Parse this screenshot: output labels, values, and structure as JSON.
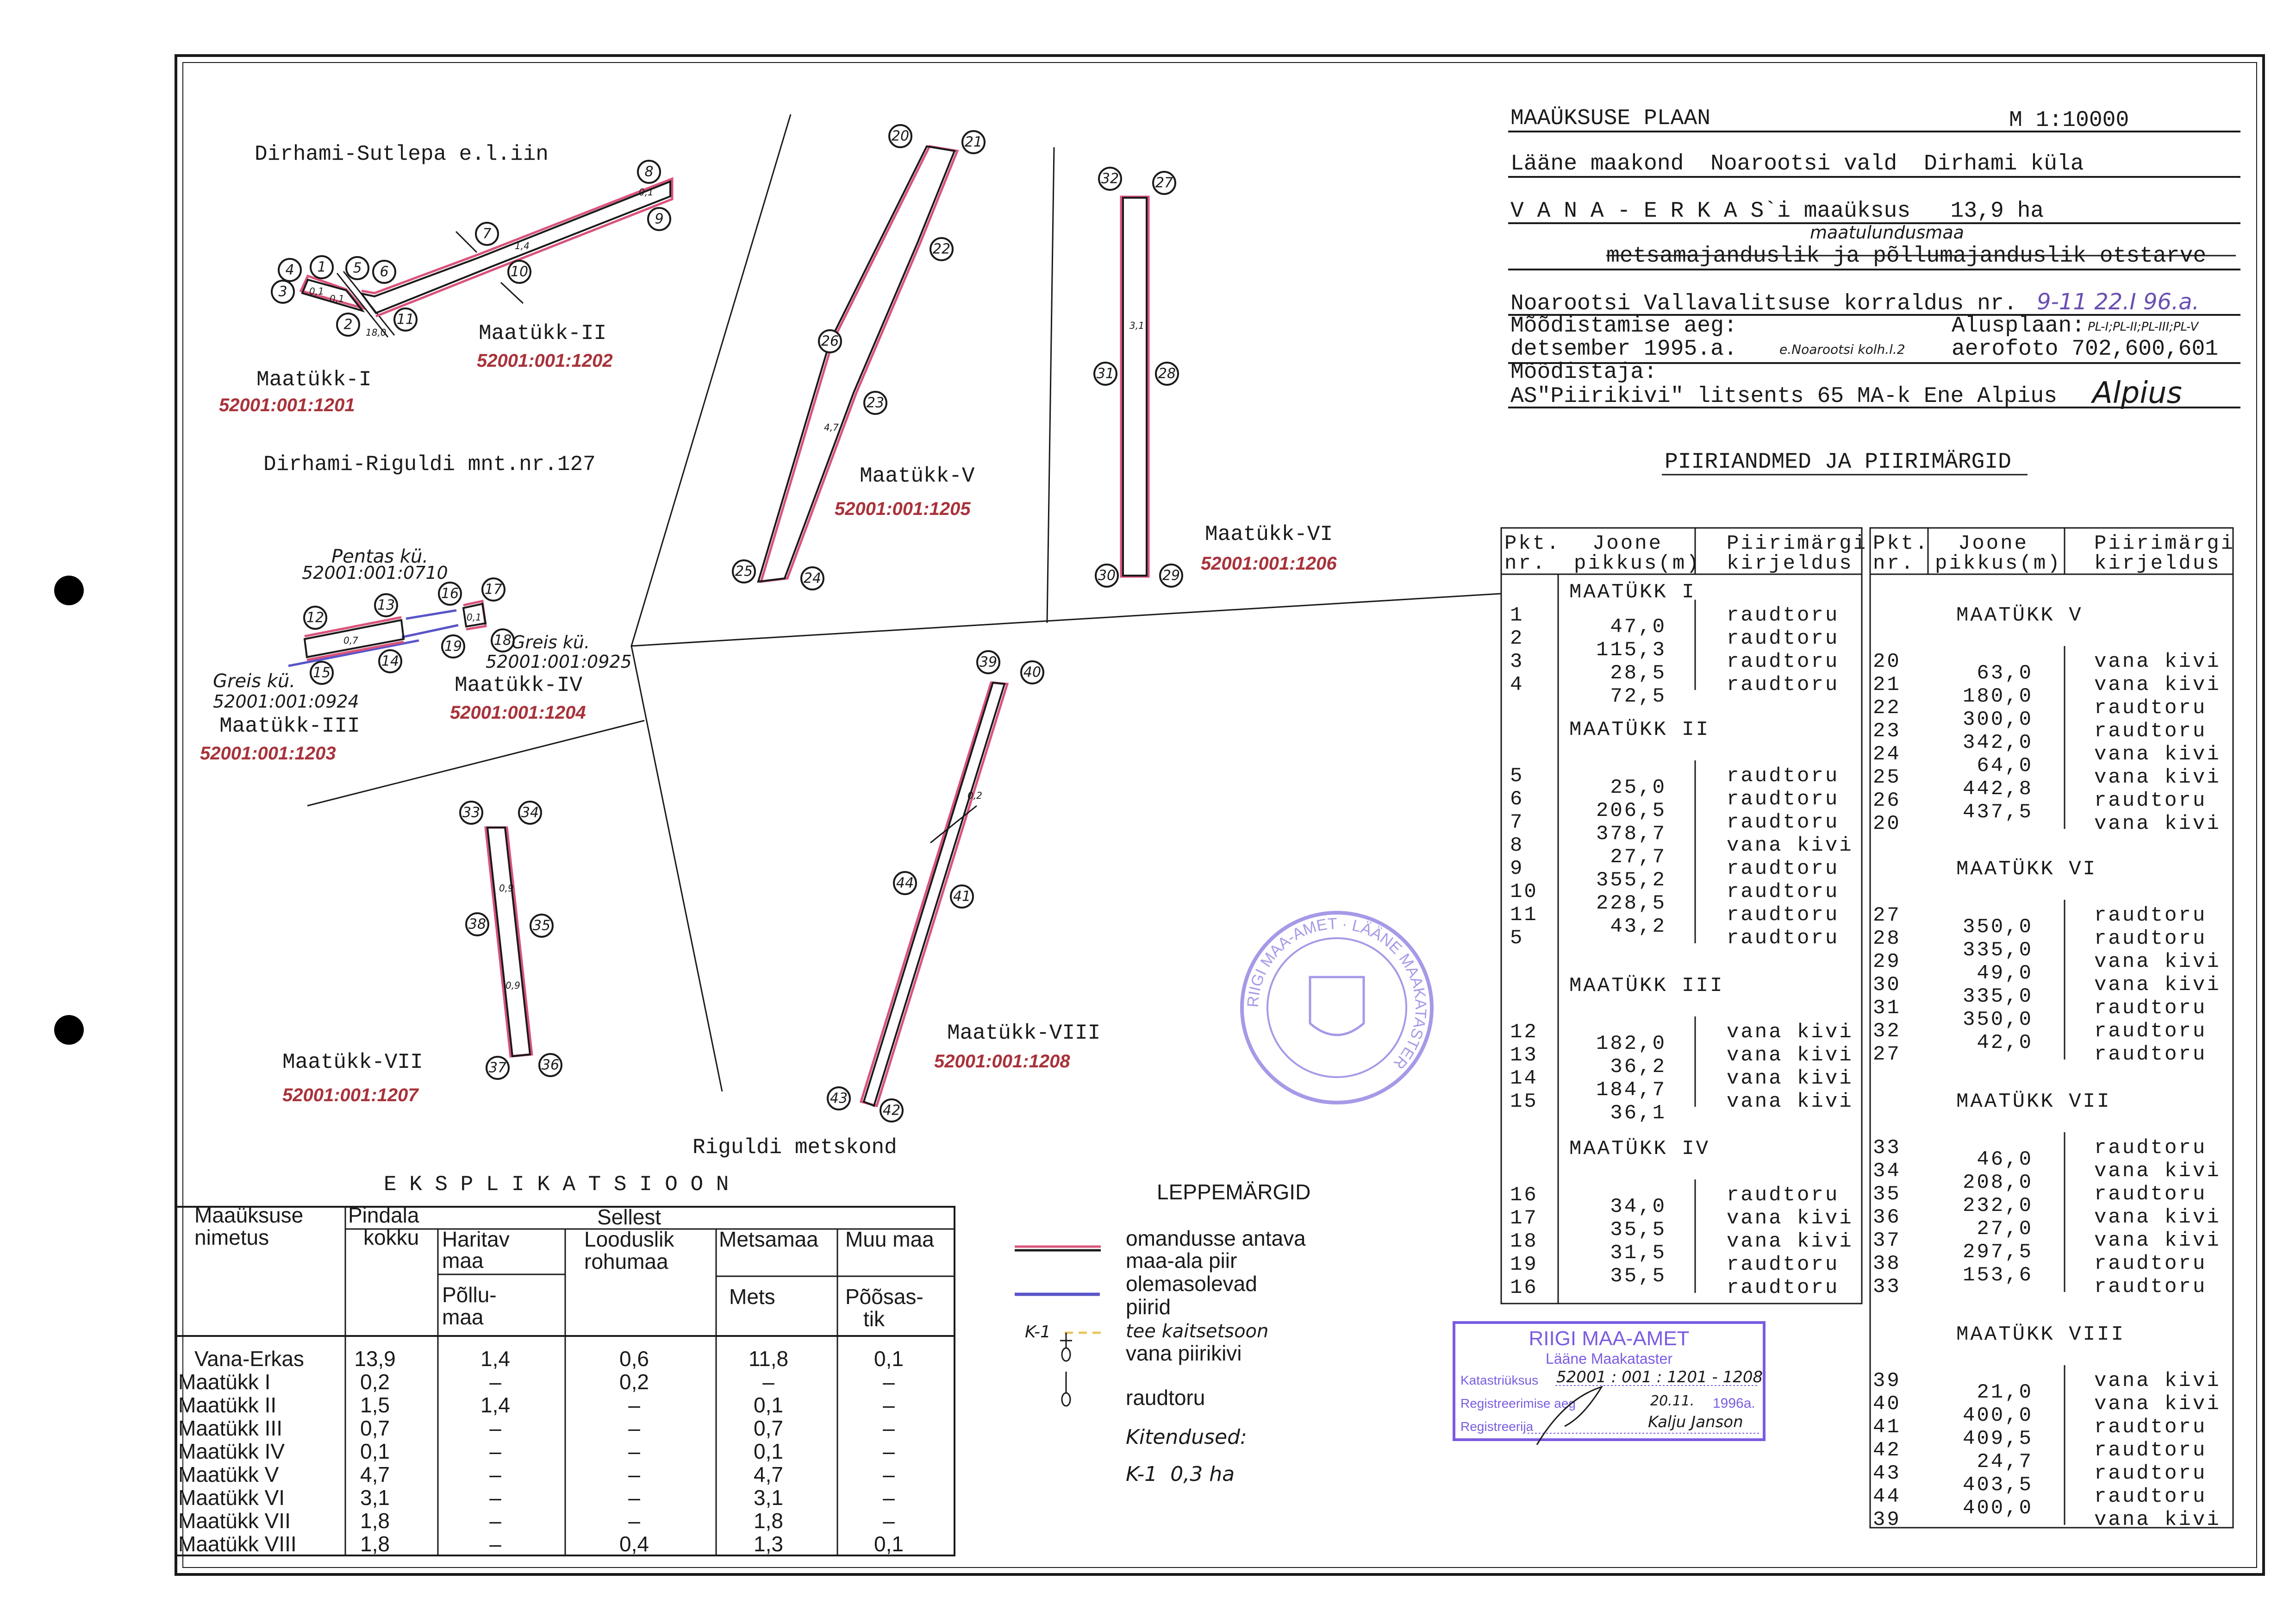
{
  "title_block": {
    "heading": "MAAÜKSUSE PLAAN",
    "scale": "M 1:10000",
    "location": "Lääne maakond  Noarootsi vald  Dirhami küla",
    "unit_name": "V A N A - E R K A S`i maaüksus   13,9 ha",
    "purpose_handwritten": "maatulundusmaa",
    "purpose_struck": "metsamajanduslik ja põllumajanduslik otstarve",
    "decree_label": "Noarootsi Vallavalitsuse korraldus nr.",
    "decree_value": "9-11 22.I 96.a.",
    "survey_time_label": "Mõõdistamise aeg:",
    "base_plan_label": "Alusplaan:",
    "base_plan_value": "PL-I;PL-II;PL-III;PL-V",
    "survey_time_value": "detsember 1995.a.",
    "base_plan_note": "e.Noarootsi kolh.l.2",
    "aerophoto": "aerofoto 702,600,601",
    "surveyor_label": "Mõõdistaja:",
    "surveyor_value": "AS\"Piirikivi\" litsents 65 MA-k Ene Alpius",
    "signature": "Alpius"
  },
  "boundary_section_title": "PIIRIANDMED JA PIIRIMÄRGID",
  "boundary_tables": {
    "headers": {
      "pkt1": "Pkt.",
      "pkt2": "nr.",
      "len1": "Joone",
      "len2": "pikkus(m)",
      "desc1": "Piirimärgi",
      "desc2": "kirjeldus"
    },
    "left": [
      {
        "label": "MAATÜKK I",
        "points": [
          "1",
          "2",
          "3",
          "4"
        ],
        "lengths": [
          "47,0",
          "115,3",
          "28,5",
          "72,5"
        ],
        "desc": [
          "raudtoru",
          "raudtoru",
          "raudtoru",
          "raudtoru"
        ]
      },
      {
        "label": "MAATÜKK II",
        "points": [
          "5",
          "6",
          "7",
          "8",
          "9",
          "10",
          "11",
          "5"
        ],
        "lengths": [
          "25,0",
          "206,5",
          "378,7",
          "27,7",
          "355,2",
          "228,5",
          "43,2"
        ],
        "desc": [
          "raudtoru",
          "raudtoru",
          "raudtoru",
          "vana kivi",
          "raudtoru",
          "raudtoru",
          "raudtoru",
          "raudtoru"
        ]
      },
      {
        "label": "MAATÜKK III",
        "points": [
          "12",
          "13",
          "14",
          "15"
        ],
        "lengths": [
          "182,0",
          "36,2",
          "184,7",
          "36,1"
        ],
        "desc": [
          "vana kivi",
          "vana kivi",
          "vana kivi",
          "vana kivi"
        ]
      },
      {
        "label": "MAATÜKK IV",
        "points": [
          "16",
          "17",
          "18",
          "19",
          "16"
        ],
        "lengths": [
          "34,0",
          "35,5",
          "31,5",
          "35,5"
        ],
        "desc": [
          "raudtoru",
          "vana kivi",
          "vana kivi",
          "raudtoru",
          "raudtoru"
        ]
      }
    ],
    "right": [
      {
        "label": "MAATÜKK V",
        "points": [
          "20",
          "21",
          "22",
          "23",
          "24",
          "25",
          "26",
          "20"
        ],
        "lengths": [
          "63,0",
          "180,0",
          "300,0",
          "342,0",
          "64,0",
          "442,8",
          "437,5"
        ],
        "desc": [
          "vana kivi",
          "vana kivi",
          "raudtoru",
          "raudtoru",
          "vana kivi",
          "vana kivi",
          "raudtoru",
          "vana kivi"
        ]
      },
      {
        "label": "MAATÜKK VI",
        "points": [
          "27",
          "28",
          "29",
          "30",
          "31",
          "32",
          "27"
        ],
        "lengths": [
          "350,0",
          "335,0",
          "49,0",
          "335,0",
          "350,0",
          "42,0"
        ],
        "desc": [
          "raudtoru",
          "raudtoru",
          "vana kivi",
          "vana kivi",
          "raudtoru",
          "raudtoru",
          "raudtoru"
        ]
      },
      {
        "label": "MAATÜKK VII",
        "points": [
          "33",
          "34",
          "35",
          "36",
          "37",
          "38",
          "33"
        ],
        "lengths": [
          "46,0",
          "208,0",
          "232,0",
          "27,0",
          "297,5",
          "153,6"
        ],
        "desc": [
          "raudtoru",
          "vana kivi",
          "raudtoru",
          "vana kivi",
          "vana kivi",
          "raudtoru",
          "raudtoru"
        ]
      },
      {
        "label": "MAATÜKK VIII",
        "points": [
          "39",
          "40",
          "41",
          "42",
          "43",
          "44",
          "39"
        ],
        "lengths": [
          "21,0",
          "400,0",
          "409,5",
          "24,7",
          "403,5",
          "400,0"
        ],
        "desc": [
          "vana kivi",
          "vana kivi",
          "raudtoru",
          "raudtoru",
          "raudtoru",
          "raudtoru",
          "vana kivi"
        ]
      }
    ]
  },
  "explication": {
    "title": "E K S P L I K A T S I O O N",
    "headers": {
      "name1": "Maaüksuse",
      "name2": "nimetus",
      "area1": "Pindala",
      "area2": "kokku",
      "sellest": "Sellest",
      "arable1": "Haritav",
      "arable2": "maa",
      "natural1": "Looduslik",
      "natural2": "rohumaa",
      "forest": "Metsamaa",
      "other": "Muu maa",
      "field1": "Põllu-",
      "field2": "maa",
      "woods": "Mets",
      "bush1": "Põõsas-",
      "bush2": "tik"
    },
    "rows": [
      [
        "Vana-Erkas",
        "13,9",
        "1,4",
        "0,6",
        "11,8",
        "0,1"
      ],
      [
        "Maatükk I",
        "0,2",
        "–",
        "0,2",
        "–",
        "–"
      ],
      [
        "Maatükk II",
        "1,5",
        "1,4",
        "–",
        "0,1",
        "–"
      ],
      [
        "Maatükk III",
        "0,7",
        "–",
        "–",
        "0,7",
        "–"
      ],
      [
        "Maatükk IV",
        "0,1",
        "–",
        "–",
        "0,1",
        "–"
      ],
      [
        "Maatükk V",
        "4,7",
        "–",
        "–",
        "4,7",
        "–"
      ],
      [
        "Maatükk VI",
        "3,1",
        "–",
        "–",
        "3,1",
        "–"
      ],
      [
        "Maatükk VII",
        "1,8",
        "–",
        "–",
        "1,8",
        "–"
      ],
      [
        "Maatükk VIII",
        "1,8",
        "–",
        "0,4",
        "1,3",
        "0,1"
      ]
    ]
  },
  "legend": {
    "title": "LEPPEMÄRGID",
    "items": [
      "omandusse antava",
      "maa-ala piir",
      "olemasolevad",
      "piirid",
      "tee kaitsetsoon",
      "vana piirikivi",
      "raudtoru"
    ],
    "k1_symbol": "K-1",
    "easements_label": "Kitendused:",
    "easement_value": "K-1  0,3 ha",
    "colors": {
      "transfer_boundary": "#d9537a",
      "existing_boundary": "#5a55c8",
      "protection_zone": "#e8c860"
    }
  },
  "registration_stamp": {
    "org": "RIIGI MAA-AMET",
    "office": "Lääne Maakataster",
    "cadastre_label": "Katastriüksus",
    "cadastre_value": "52001 : 001 : 1201 - 1208",
    "date_label": "Registreerimise aeg",
    "date_value": "20.11.",
    "year_value": "1996a.",
    "registrar_label": "Registreerija",
    "registrar_value": "Kalju Janson",
    "color": "#7b5ce0"
  },
  "round_stamp": {
    "text": "RIIGI MAA-AMET · LÄÄNE MAAKATASTER"
  },
  "map": {
    "roads": [
      "Dirhami-Sutlepa e.l.iin",
      "Dirhami-Riguldi mnt.nr.127",
      "Riguldi metskond"
    ],
    "parcels": [
      {
        "name": "Maatükk-I",
        "code": "52001:001:1201"
      },
      {
        "name": "Maatükk-II",
        "code": "52001:001:1202"
      },
      {
        "name": "Maatükk-III",
        "code": "52001:001:1203"
      },
      {
        "name": "Maatükk-IV",
        "code": "52001:001:1204"
      },
      {
        "name": "Maatükk-V",
        "code": "52001:001:1205"
      },
      {
        "name": "Maatükk-VI",
        "code": "52001:001:1206"
      },
      {
        "name": "Maatükk-VII",
        "code": "52001:001:1207"
      },
      {
        "name": "Maatükk-VIII",
        "code": "52001:001:1208"
      }
    ],
    "neighbours": [
      {
        "name": "Pentas kü.",
        "code": "52001:001:0710"
      },
      {
        "name": "Greis kü.",
        "code": "52001:001:0925"
      },
      {
        "name": "Greis kü.",
        "code": "52001:001:0924"
      }
    ],
    "area_labels": [
      "0,1",
      "0,1",
      "1,4",
      "0,1",
      "0,7",
      "0,1",
      "4,7",
      "3,1",
      "0,9",
      "0,9",
      "0,2",
      "18,0"
    ]
  }
}
